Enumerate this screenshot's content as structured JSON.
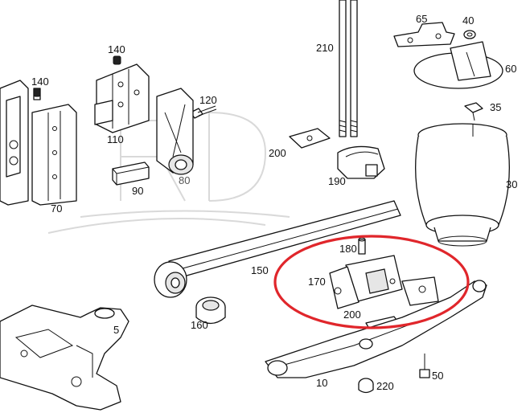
{
  "labels": {
    "p5": "5",
    "p10": "10",
    "p30": "30",
    "p35": "35",
    "p40": "40",
    "p50": "50",
    "p60": "60",
    "p65": "65",
    "p70": "70",
    "p80": "80",
    "p90": "90",
    "p110": "110",
    "p120": "120",
    "p140a": "140",
    "p140b": "140",
    "p150": "150",
    "p160": "160",
    "p170": "170",
    "p180": "180",
    "p190": "190",
    "p200a": "200",
    "p200b": "200",
    "p210": "210",
    "p220": "220"
  },
  "highlight_color": "#e0262b"
}
